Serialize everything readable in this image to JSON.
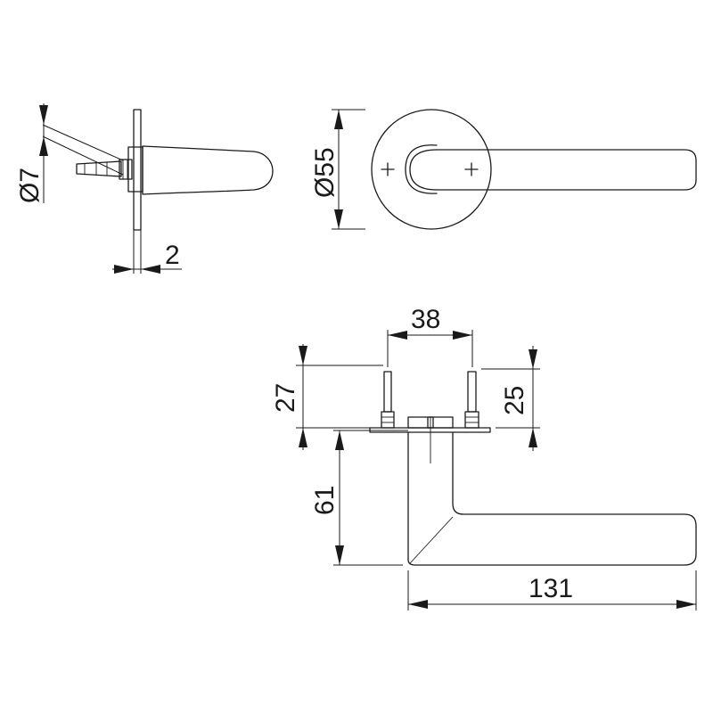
{
  "dimensions": {
    "rose_thickness": "2",
    "spindle_diameter": "Ø7",
    "rose_diameter": "Ø55",
    "screw_spacing": "38",
    "pin_height_left": "27",
    "pin_height_right": "25",
    "lever_depth": "61",
    "lever_length": "131"
  }
}
